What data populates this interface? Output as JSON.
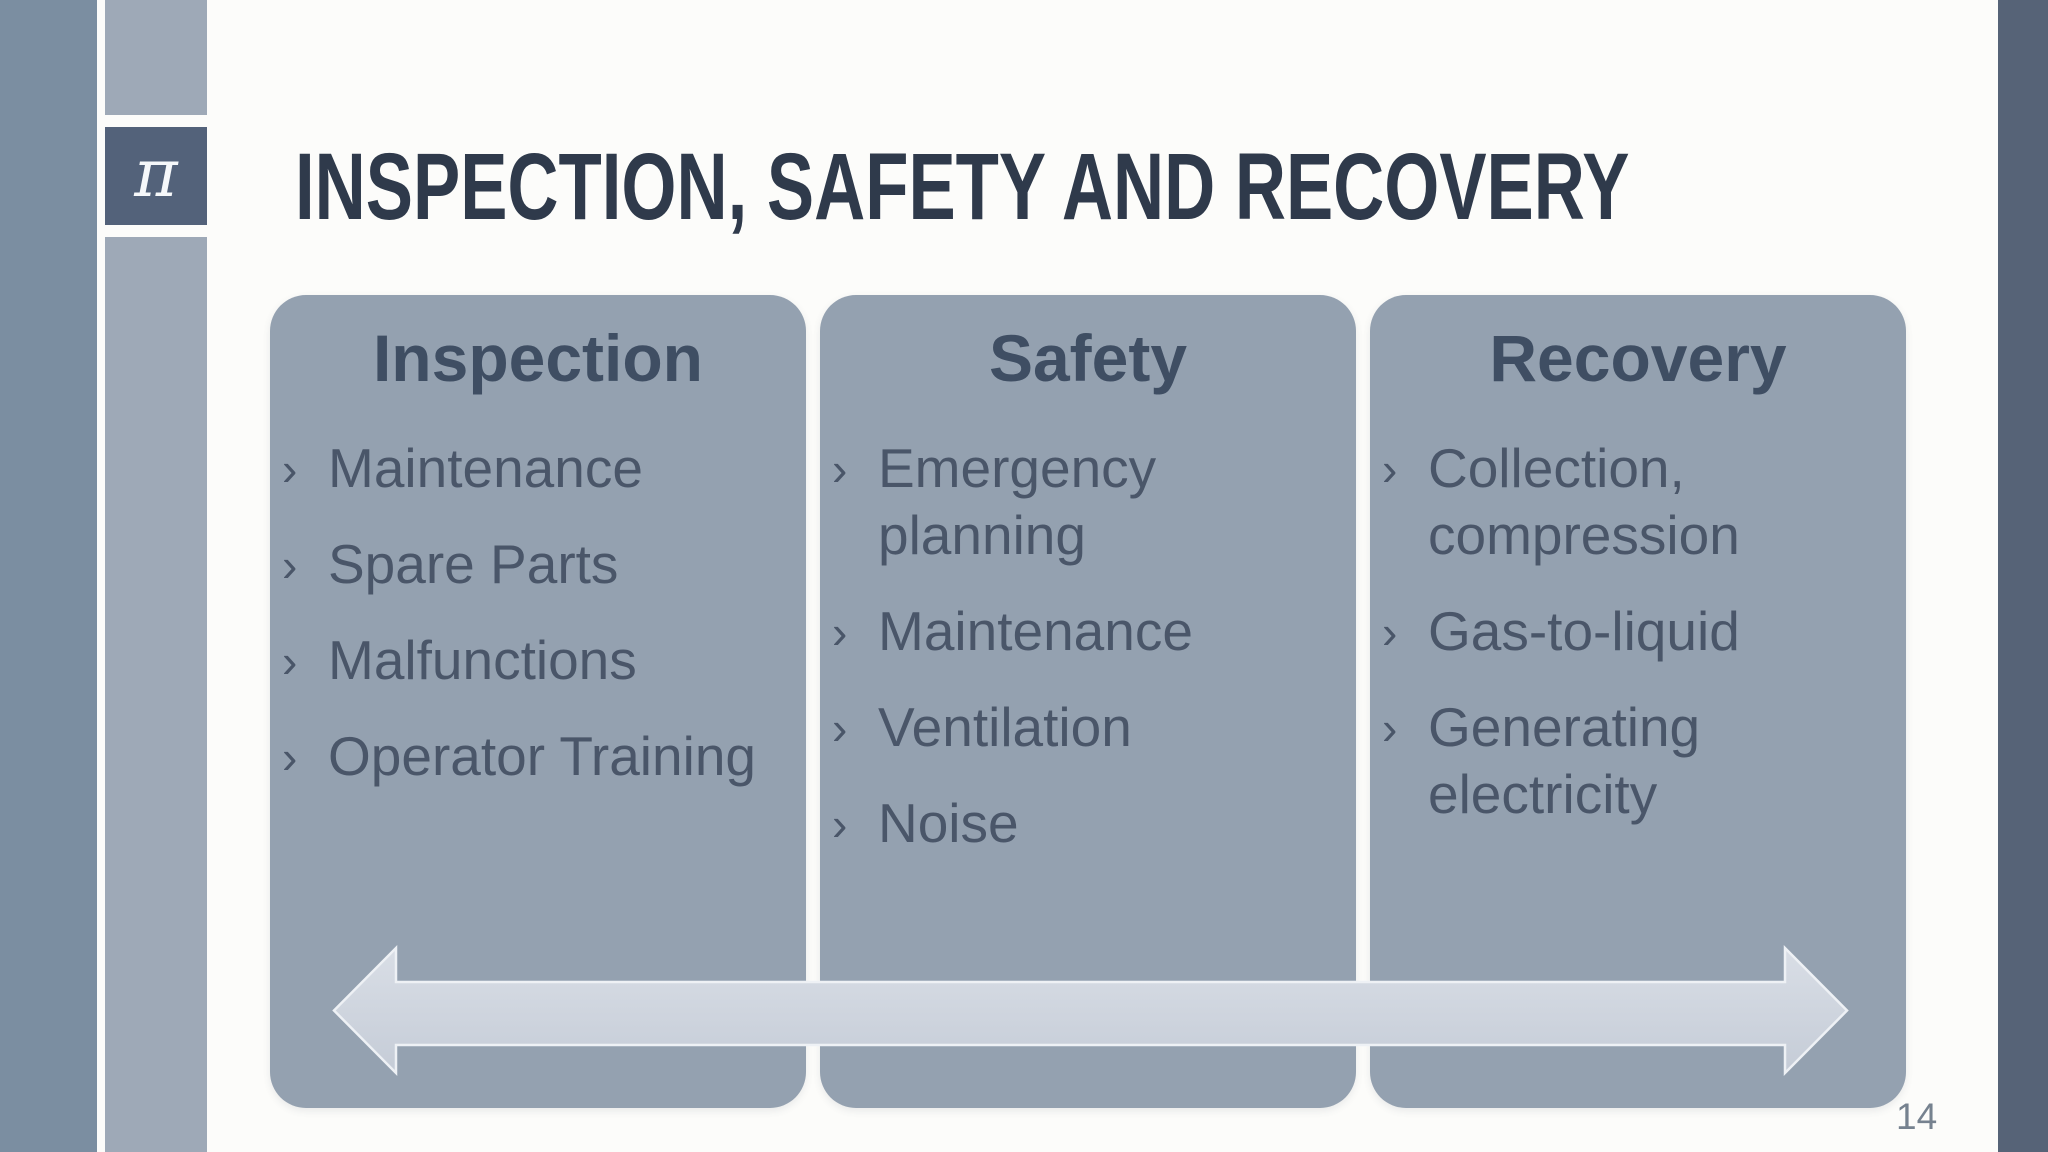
{
  "slide": {
    "title": "INSPECTION, SAFETY AND RECOVERY",
    "logo": {
      "symbol": "π"
    },
    "bullet_char": "›",
    "page_number": "14",
    "columns": [
      {
        "header": "Inspection",
        "items": [
          "Maintenance",
          "Spare Parts",
          "Malfunctions",
          "Operator Training"
        ]
      },
      {
        "header": "Safety",
        "items": [
          "Emergency planning",
          "Maintenance",
          "Ventilation",
          "Noise"
        ]
      },
      {
        "header": "Recovery",
        "items": [
          "Collection, compression",
          "Gas-to-liquid",
          "Generating electricity"
        ]
      }
    ],
    "colors": {
      "left_bar": "#7b8ea1",
      "left_strip": "#9ea9b7",
      "logo_square": "#53627a",
      "right_bar": "#566377",
      "card_background": "#94a1b0",
      "title_text": "#2f3a4b",
      "body_text": "#4a5669",
      "arrow_fill": "#ccd3dd",
      "page_number_text": "#76828f"
    }
  }
}
